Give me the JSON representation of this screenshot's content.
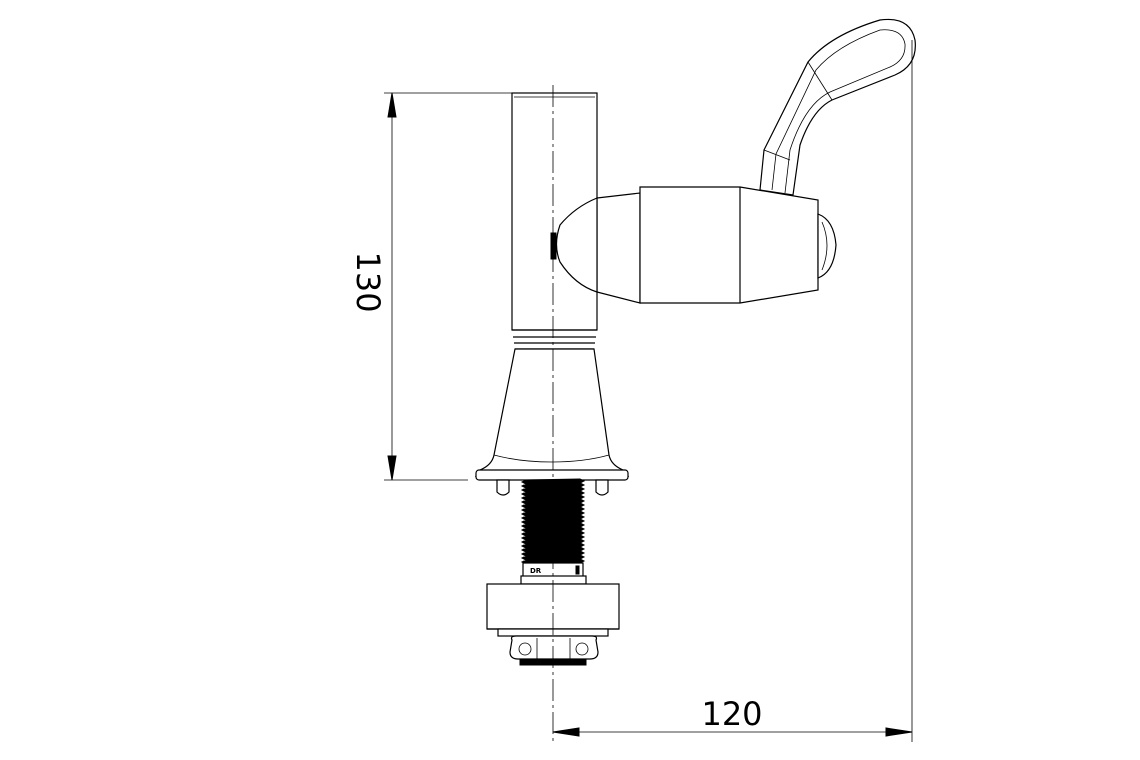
{
  "dimensions": {
    "height_label": "130",
    "width_label": "120"
  },
  "thread_marking": "DR",
  "colors": {
    "line": "#000000",
    "background": "#ffffff"
  }
}
